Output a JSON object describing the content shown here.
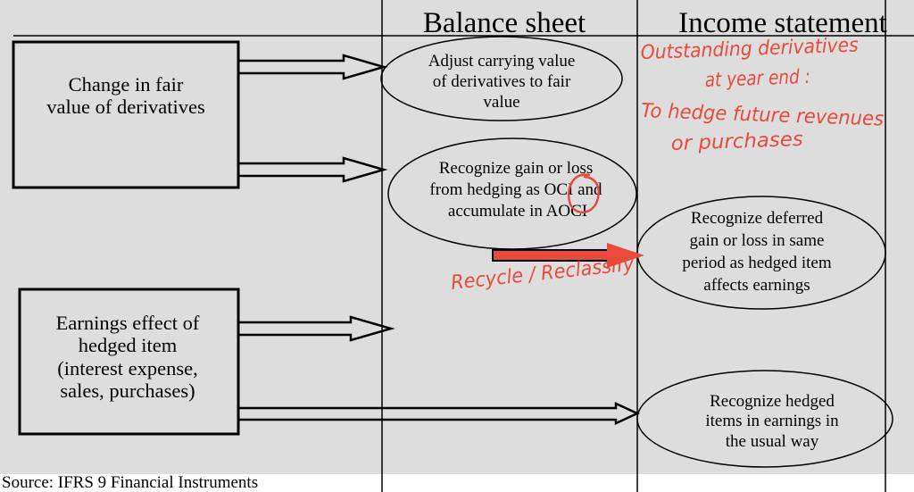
{
  "headers": {
    "balance_sheet": "Balance sheet",
    "income_statement": "Income statement"
  },
  "boxes": {
    "change_in_fair_value": {
      "lines": [
        "Change in fair",
        "value of derivatives"
      ]
    },
    "earnings_effect": {
      "lines": [
        "Earnings effect of",
        "hedged item",
        "(interest expense,",
        "sales, purchases)"
      ]
    }
  },
  "ellipses": {
    "adjust_carrying_value": {
      "lines": [
        "Adjust carrying value",
        "of derivatives to fair",
        "value"
      ]
    },
    "recognize_oci": {
      "lines": [
        "Recognize gain or loss",
        "from hedging as OCI and",
        "accumulate in AOCI"
      ]
    },
    "recognize_deferred": {
      "lines": [
        "Recognize deferred",
        "gain or loss in same",
        "period as hedged item",
        "affects earnings"
      ]
    },
    "recognize_hedged_items": {
      "lines": [
        "Recognize hedged",
        "items in earnings in",
        "the usual way"
      ]
    }
  },
  "annotations": {
    "year_end_note": [
      "Outstanding derivatives",
      "at year end :",
      "To hedge future revenues",
      "or purchases"
    ],
    "recycle_label": "Recycle / Reclassify"
  },
  "source": "Source: IFRS 9 Financial Instruments",
  "colors": {
    "page": "#ffffff",
    "background": "#dddddd",
    "ink": "#000000",
    "annotation": "#e84a3b"
  }
}
